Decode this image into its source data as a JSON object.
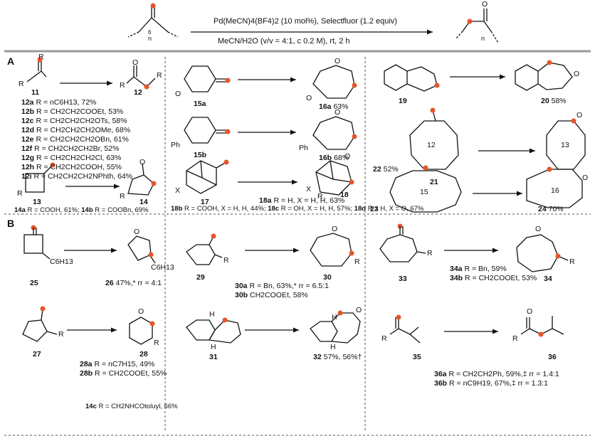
{
  "header": {
    "conditions_top": "Pd(MeCN)4(BF4)2 (10 mol%), Selectfluor (1.2 equiv)",
    "conditions_bottom": "MeCN/H2O (v/v = 4:1, c 0.2 M), rt, 2 h",
    "ring_label_left": "n",
    "ring_label_right": "n",
    "carbonyl_o": "O",
    "sub6": "6"
  },
  "sections": {
    "a": "A",
    "b": "B"
  },
  "colors": {
    "accent": "#e8542a",
    "bond": "#111111",
    "divider": "#999999"
  },
  "a_col1": {
    "lbl_11": "11",
    "lbl_12": "12",
    "r_top": "R",
    "r_left": "R",
    "r_right": "R",
    "r_12": "R",
    "o_12": "O",
    "entries": [
      {
        "id": "12a",
        "text": "R = nC6H13, 72%"
      },
      {
        "id": "12b",
        "text": "R = CH2CH2COOEt, 53%"
      },
      {
        "id": "12c",
        "text": "R = CH2CH2CH2OTs, 58%"
      },
      {
        "id": "12d",
        "text": "R = CH2CH2CH2OMe, 68%"
      },
      {
        "id": "12e",
        "text": "R = CH2CH2CH2OBn, 61%"
      },
      {
        "id": "12f",
        "text": "R = CH2CH2CH2Br, 52%"
      },
      {
        "id": "12g",
        "text": "R = CH2CH2CH2Cl, 63%"
      },
      {
        "id": "12h",
        "text": "R = CH2CH2COOH, 55%"
      },
      {
        "id": "12i",
        "text": "R = CH2CH2CH2NPhth, 64%"
      }
    ],
    "lbl_13": "13",
    "lbl_14": "14",
    "r_13": "R",
    "r_14": "R",
    "o_14": "O",
    "entries14": [
      {
        "id": "14a",
        "text": "R = COOH, 61%"
      },
      {
        "id": "14b",
        "text": "R = COOBn, 69%"
      },
      {
        "id": "14c",
        "text": "R = CH2NHCOtoluyl, 66%"
      }
    ]
  },
  "a_col2": {
    "o_15a": "O",
    "lbl_15a": "15a",
    "o_16a_top": "O",
    "o_16a": "O",
    "lbl_16a": "16a",
    "yield_16a": "63%",
    "ph_15b": "Ph",
    "lbl_15b": "15b",
    "ph_16b": "Ph",
    "o_16b": "O",
    "lbl_16b": "16b",
    "yield_16b": "68%",
    "x_17": "X",
    "lbl_17": "17",
    "x_18": "X",
    "r_18": "R",
    "o_18": "O",
    "lbl_18": "18",
    "entries18": [
      {
        "id": "18a",
        "text": "R = H, X = H, H, 63%"
      },
      {
        "id": "18b",
        "text": "R = COOH, X = H, H, 44%"
      },
      {
        "id": "18c",
        "text": "R = OH, X = H, H, 57%"
      },
      {
        "id": "18d",
        "text": "R = H, X = O, 67%"
      }
    ]
  },
  "a_col3": {
    "lbl_19": "19",
    "o_20": "O",
    "lbl_20": "20",
    "yield_20": "58%",
    "ring_21": "12",
    "lbl_21": "21",
    "o_22": "O",
    "ring_22": "13",
    "lbl_22": "22",
    "yield_22": "52%",
    "ring_23": "15",
    "lbl_23": "23",
    "o_24": "O",
    "ring_24": "16",
    "lbl_24": "24",
    "yield_24": "70%"
  },
  "b_col1": {
    "c6h13_25": "C6H13",
    "lbl_25": "25",
    "o_26": "O",
    "c6h13_26": "C6H13",
    "lbl_26": "26",
    "yield_26": "47%,* rr = 4:1",
    "r_27": "R",
    "lbl_27": "27",
    "o_28": "O",
    "r_28": "R",
    "lbl_28": "28",
    "entries28": [
      {
        "id": "28a",
        "text": "R = nC7H15, 49%"
      },
      {
        "id": "28b",
        "text": "R = CH2COOEt, 55%"
      }
    ]
  },
  "b_col2": {
    "r_29": "R",
    "lbl_29": "29",
    "o_30": "O",
    "r_30": "R",
    "lbl_30": "30",
    "entries30": [
      {
        "id": "30a",
        "text": "R = Bn, 63%,* rr = 6.5:1"
      },
      {
        "id": "30b",
        "text": "CH2COOEt, 58%"
      }
    ],
    "h_31_top": "H",
    "h_31_bot": "H",
    "lbl_31": "31",
    "h_32_top": "H",
    "h_32_bot": "H",
    "o_32": "O",
    "lbl_32": "32",
    "yield_32": "57%, 56%†"
  },
  "b_col3": {
    "r_33": "R",
    "lbl_33": "33",
    "o_34": "O",
    "r_34": "R",
    "lbl_34": "34",
    "entries34": [
      {
        "id": "34a",
        "text": "R = Bn, 59%"
      },
      {
        "id": "34b",
        "text": "R = CH2COOEt, 53%"
      }
    ],
    "r_35": "R",
    "lbl_35": "35",
    "o_36": "O",
    "r_36": "R",
    "lbl_36": "36",
    "entries36": [
      {
        "id": "36a",
        "text": "R = CH2CH2Ph, 59%,‡ rr = 1.4:1"
      },
      {
        "id": "36b",
        "text": "R = nC9H19, 67%,‡ rr = 1.3:1"
      }
    ]
  }
}
